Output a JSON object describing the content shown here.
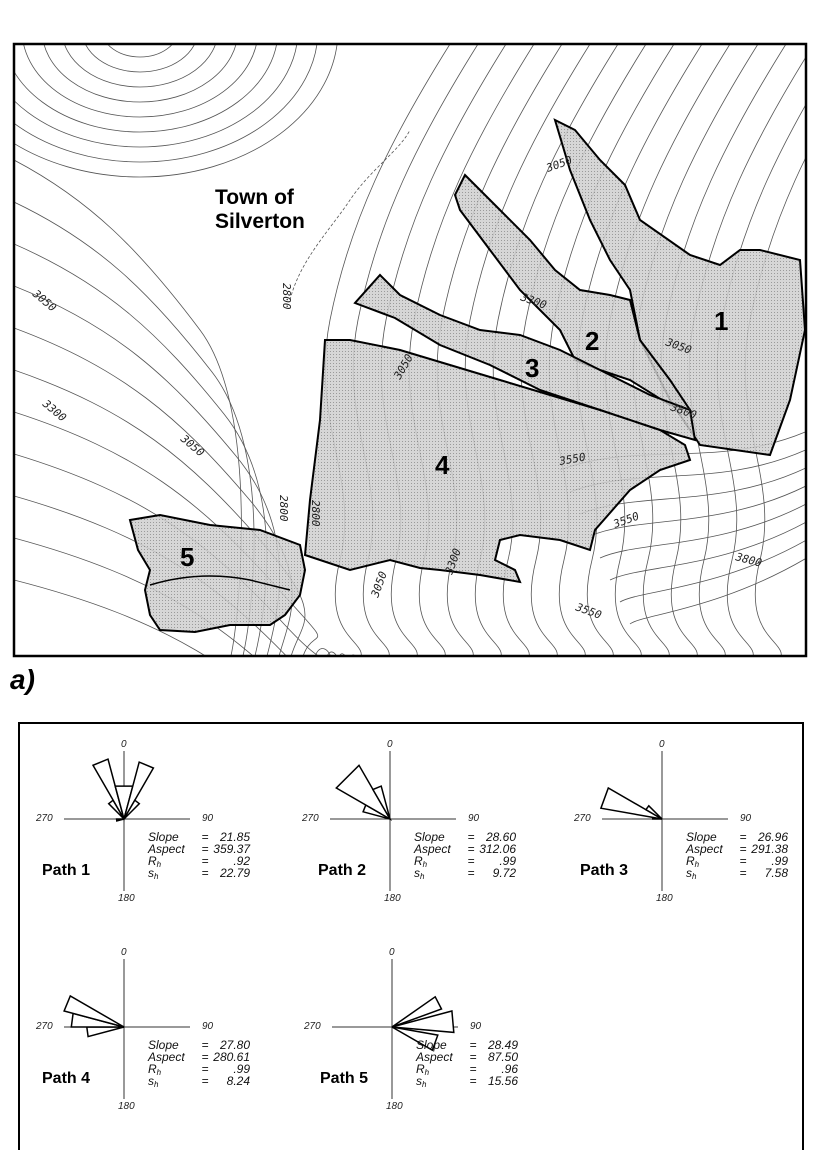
{
  "map": {
    "town_label": [
      "Town of",
      "Silverton"
    ],
    "path_numbers": [
      "1",
      "2",
      "3",
      "4",
      "5"
    ],
    "contour_labels": [
      "3050",
      "3300",
      "3050",
      "3800",
      "3550",
      "3800",
      "3550",
      "2800",
      "3050",
      "3300",
      "3050",
      "2800",
      "2800",
      "3050",
      "3050",
      "3300",
      "3550"
    ],
    "panel_label": "a)"
  },
  "roses": [
    {
      "name": "Path 1",
      "axis": {
        "n": "0",
        "e": "90",
        "s": "180",
        "w": "270"
      },
      "stats": {
        "slope": "21.85",
        "aspect": "359.37",
        "rh": ".92",
        "sh": "22.79"
      },
      "petals": [
        [
          255,
          270,
          0.12
        ],
        [
          315,
          330,
          0.35
        ],
        [
          330,
          345,
          1.0
        ],
        [
          345,
          15,
          0.55
        ],
        [
          15,
          30,
          0.95
        ],
        [
          30,
          45,
          0.35
        ]
      ]
    },
    {
      "name": "Path 2",
      "axis": {
        "n": "0",
        "e": "90",
        "s": "180",
        "w": "270"
      },
      "stats": {
        "slope": "28.60",
        "aspect": "312.06",
        "rh": ".99",
        "sh": "9.72"
      },
      "petals": [
        [
          285,
          300,
          0.45
        ],
        [
          300,
          330,
          1.0
        ],
        [
          330,
          345,
          0.55
        ]
      ]
    },
    {
      "name": "Path 3",
      "axis": {
        "n": "0",
        "e": "90",
        "s": "180",
        "w": "270"
      },
      "stats": {
        "slope": "26.96",
        "aspect": "291.38",
        "rh": ".99",
        "sh": "7.58"
      },
      "petals": [
        [
          270,
          280,
          0.15
        ],
        [
          280,
          300,
          1.0
        ],
        [
          300,
          315,
          0.3
        ]
      ]
    },
    {
      "name": "Path 4",
      "axis": {
        "n": "0",
        "e": "90",
        "s": "180",
        "w": "270"
      },
      "stats": {
        "slope": "27.80",
        "aspect": "280.61",
        "rh": ".99",
        "sh": "8.24"
      },
      "petals": [
        [
          255,
          270,
          0.6
        ],
        [
          270,
          285,
          0.85
        ],
        [
          285,
          300,
          1.0
        ]
      ]
    },
    {
      "name": "Path 5",
      "axis": {
        "n": "0",
        "e": "90",
        "s": "180",
        "w": "270"
      },
      "stats": {
        "slope": "28.49",
        "aspect": "87.50",
        "rh": ".96",
        "sh": "15.56"
      },
      "petals": [
        [
          55,
          70,
          0.85
        ],
        [
          75,
          95,
          1.0
        ],
        [
          100,
          120,
          0.75
        ]
      ]
    }
  ],
  "stat_labels": {
    "slope": "Slope",
    "aspect": "Aspect",
    "rh": "Rh",
    "sh": "sh",
    "eq": "="
  }
}
